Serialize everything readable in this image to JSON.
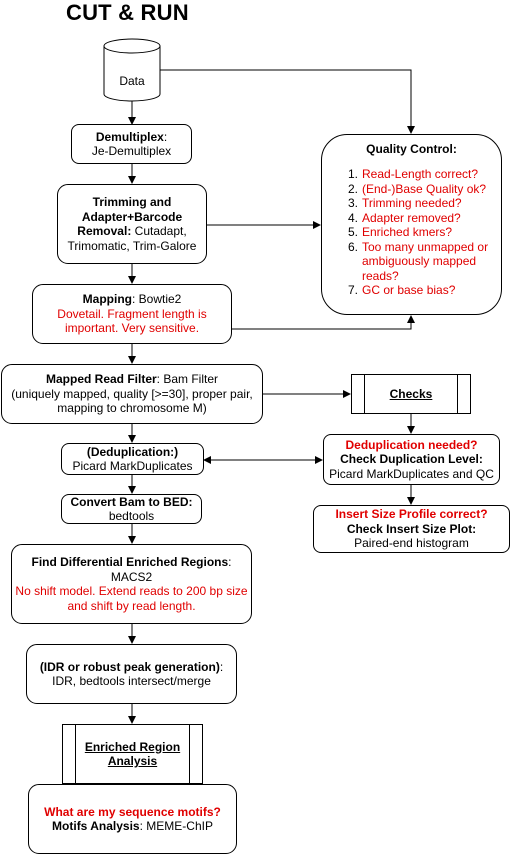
{
  "title": "CUT & RUN",
  "data_node": {
    "label": "Data"
  },
  "demultiplex": {
    "label": "Demultiplex",
    "colon": ":",
    "tool": "Je-Demultiplex"
  },
  "trimming": {
    "line1": "Trimming and",
    "line2": "Adapter+Barcode",
    "line3_bold": "Removal:",
    "line3_rest": " Cutadapt,",
    "line4": "Trimomatic, Trim-Galore"
  },
  "mapping": {
    "label": "Mapping",
    "tool": ": Bowtie2",
    "note1": "Dovetail. Fragment length is",
    "note2": "important. Very sensitive."
  },
  "mapped_filter": {
    "label": "Mapped Read Filter",
    "tool": ": Bam Filter",
    "line2": "(uniquely mapped, quality [>=30], proper pair,",
    "line3": "mapping to chromosome M)"
  },
  "dedup": {
    "label": "(Deduplication:)",
    "tool": "Picard MarkDuplicates"
  },
  "bam_to_bed": {
    "label": "Convert Bam to BED:",
    "tool": "bedtools"
  },
  "diff_regions": {
    "label": "Find Differential Enriched Regions",
    "colon": ":",
    "tool": "MACS2",
    "note1": "No shift model. Extend reads to 200 bp size",
    "note2": "and shift by read length."
  },
  "idr": {
    "label": "(IDR or robust peak generation)",
    "colon": ":",
    "tool": "IDR, bedtools intersect/merge"
  },
  "enriched_analysis": {
    "line1": "Enriched Region",
    "line2": "Analysis"
  },
  "motifs": {
    "question": "What are my sequence motifs?",
    "label": "Motifs Analysis",
    "tool": ": MEME-ChIP"
  },
  "quality_control": {
    "title": "Quality Control:",
    "items": [
      {
        "num": "1.",
        "text": "Read-Length correct?"
      },
      {
        "num": "2.",
        "text": "(End-)Base Quality ok?"
      },
      {
        "num": "3.",
        "text": "Trimming needed?"
      },
      {
        "num": "4.",
        "text": " Adapter removed?"
      },
      {
        "num": "5.",
        "text": "Enriched kmers?"
      },
      {
        "num": "6.",
        "text": "Too many unmapped or ambiguously mapped reads?"
      },
      {
        "num": "7.",
        "text": "GC or base bias?"
      }
    ]
  },
  "checks": {
    "label": "Checks"
  },
  "dup_check": {
    "question": "Deduplication needed?",
    "label": "Check Duplication Level:",
    "tool": "Picard MarkDuplicates and QC"
  },
  "insert_check": {
    "question": "Insert Size Profile correct?",
    "label": "Check Insert Size Plot:",
    "tool": "Paired-end histogram"
  }
}
